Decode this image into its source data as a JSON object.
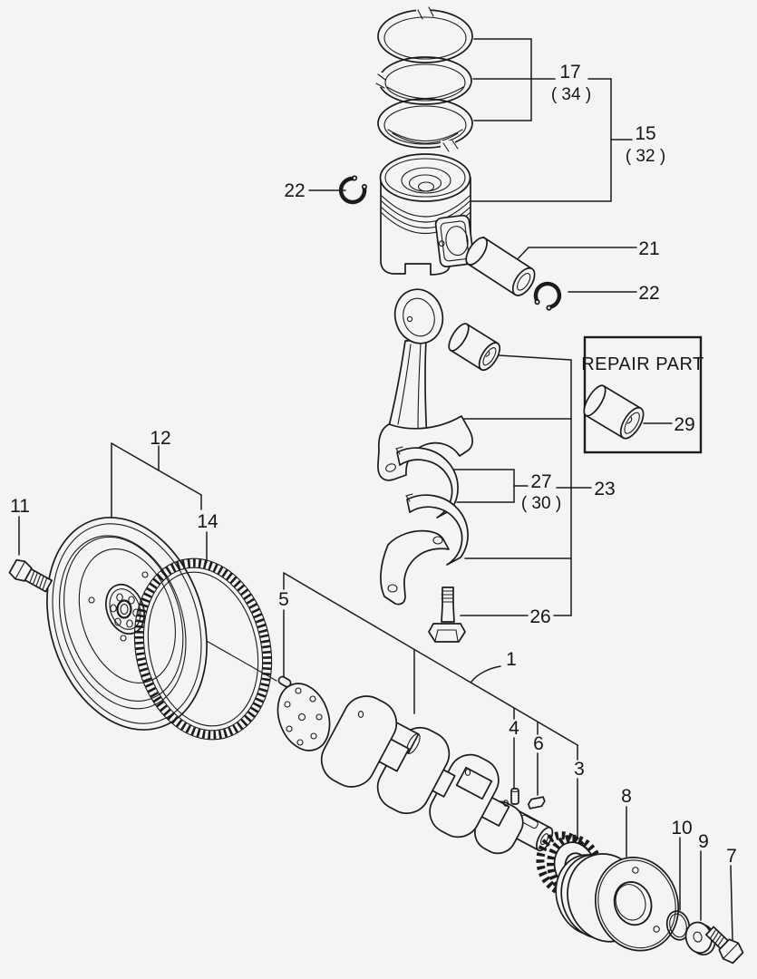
{
  "diagram": {
    "background": "#f4f4f2",
    "line_color": "#1b1b1b",
    "repair_box_title": "REPAIR PART",
    "callouts": {
      "ring_set_num": "17",
      "ring_set_qty": "( 34 )",
      "piston_set_num": "15",
      "piston_set_qty": "( 32 )",
      "snap_ring_left": "22",
      "piston_pin": "21",
      "snap_ring_right": "22",
      "repair_bushing": "29",
      "bearing_num": "27",
      "bearing_qty": "( 30 )",
      "connecting_rod": "23",
      "rod_bolt": "26",
      "flywheel_assembly": "12",
      "flywheel_bolt": "11",
      "ring_gear": "14",
      "key_flywheel": "5",
      "crankshaft": "1",
      "dowel_pin": "4",
      "key_gear": "6",
      "crank_gear": "3",
      "crank_pulley": "8",
      "o_ring": "10",
      "washer": "9",
      "pulley_bolt": "7"
    }
  }
}
